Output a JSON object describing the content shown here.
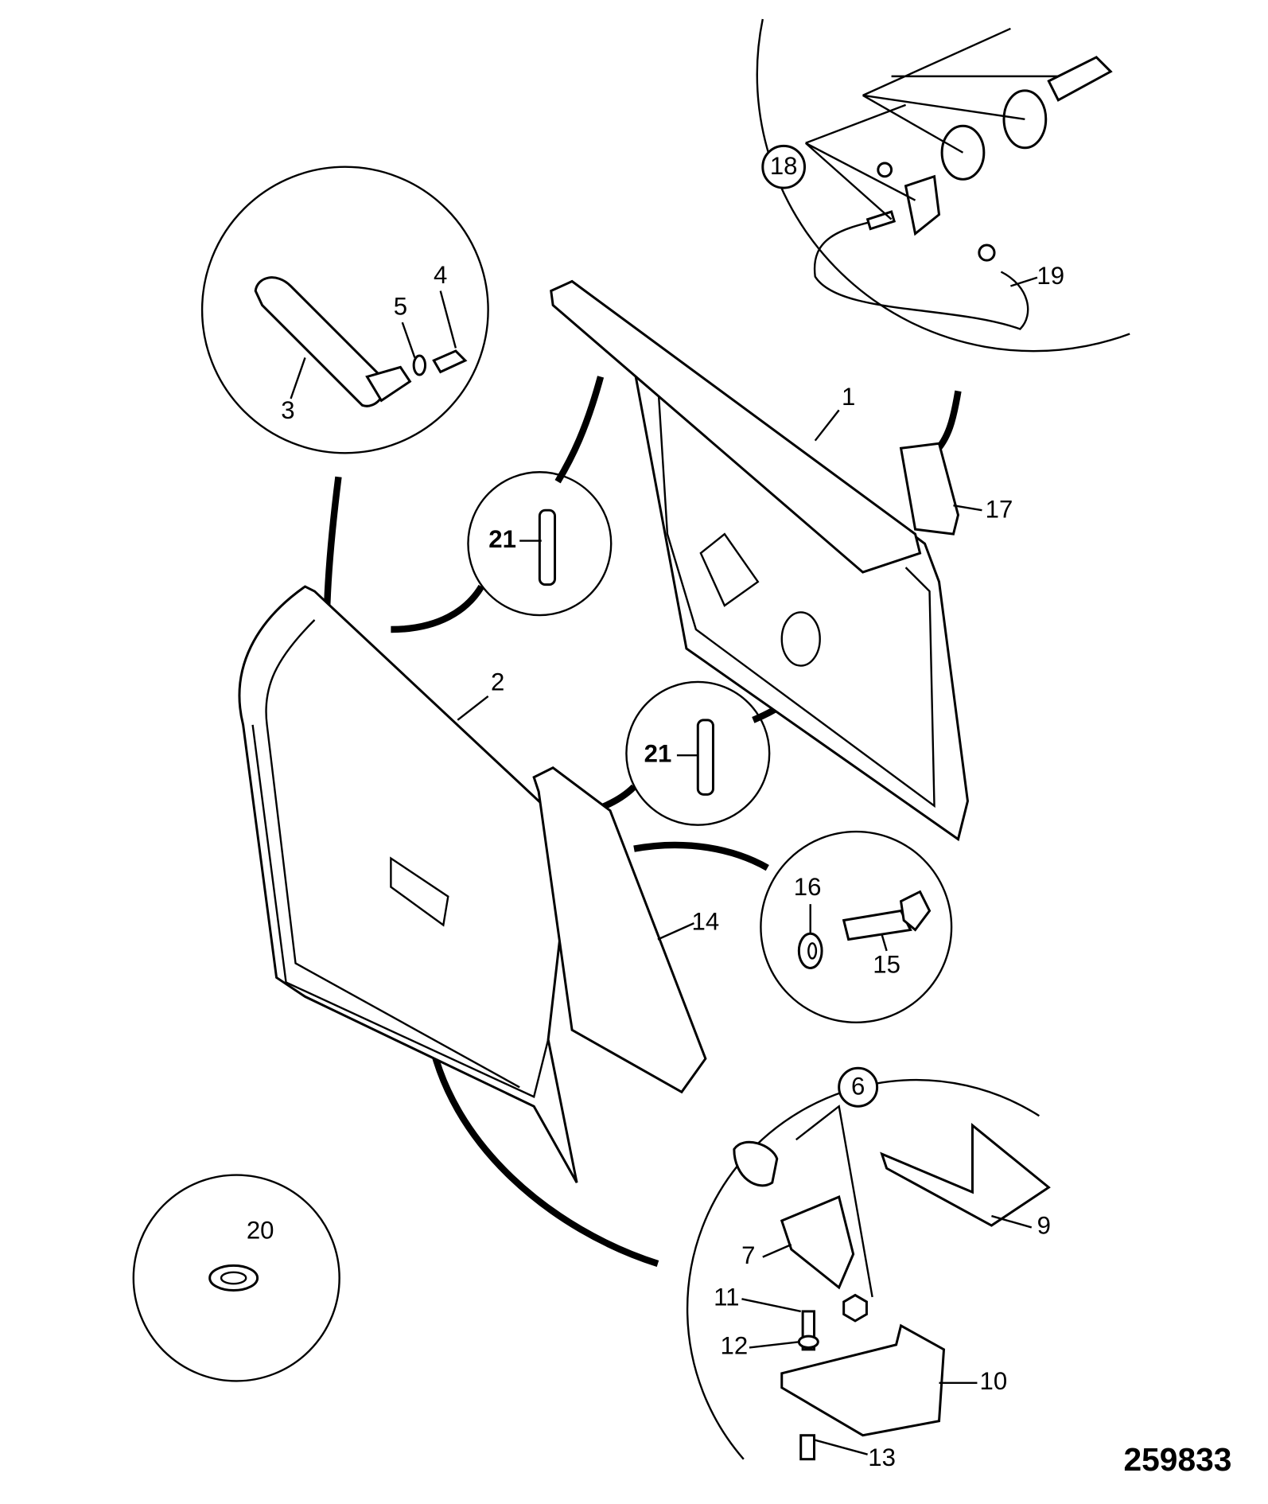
{
  "diagram": {
    "drawing_number": "259833",
    "callouts": {
      "c1": "1",
      "c2": "2",
      "c3": "3",
      "c4": "4",
      "c5": "5",
      "c6": "6",
      "c7": "7",
      "c9": "9",
      "c10": "10",
      "c11": "11",
      "c12": "12",
      "c13": "13",
      "c14": "14",
      "c15": "15",
      "c16": "16",
      "c17": "17",
      "c18": "18",
      "c19": "19",
      "c20": "20",
      "c21a": "21",
      "c21b": "21"
    }
  }
}
